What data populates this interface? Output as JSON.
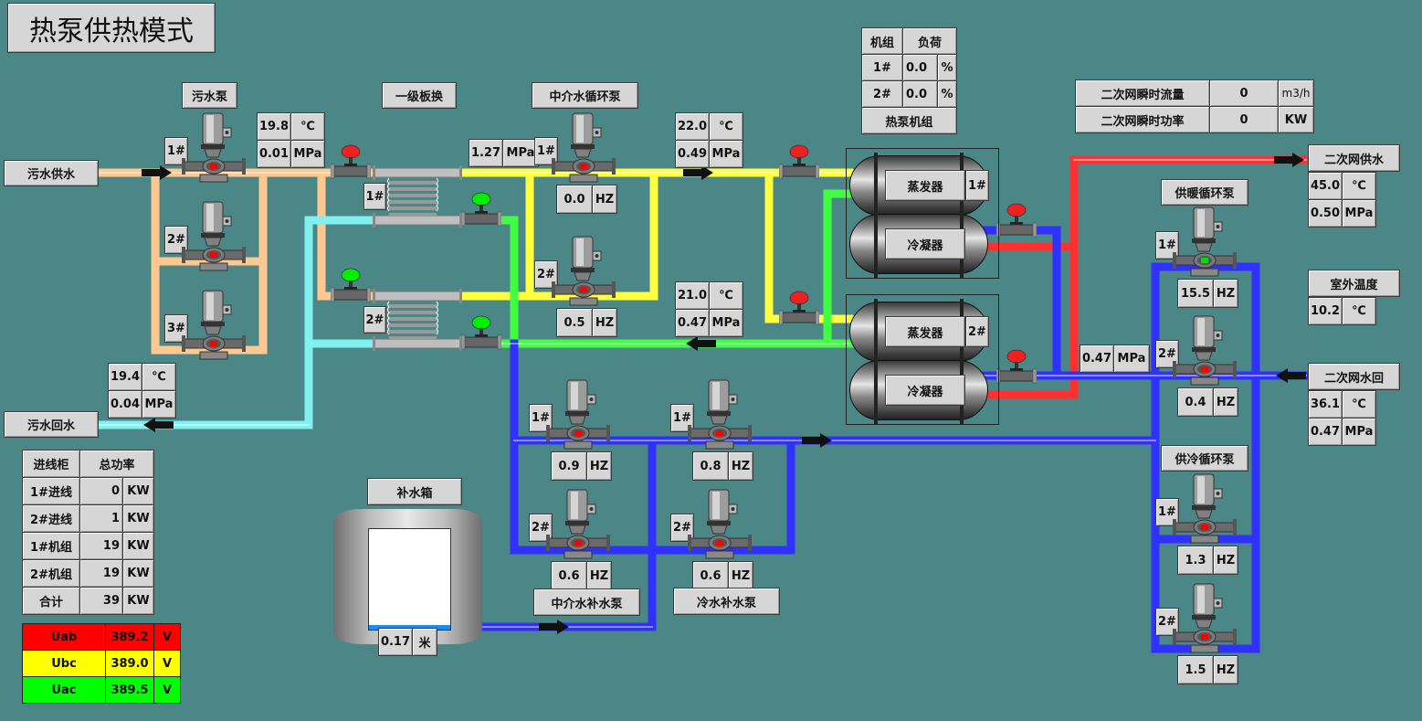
{
  "page_title": "热泵供热模式",
  "colors": {
    "background": "#4c8787",
    "sewage_pipe": "#ffc890",
    "sewage_return_pipe": "#80f0f0",
    "intermediate_supply_pipe": "#ffff40",
    "intermediate_return_pipe": "#40ff40",
    "secondary_supply_pipe": "#ff3030",
    "secondary_return_pipe": "#3030ff",
    "pump_running_indicator": "#00dd00",
    "pump_stopped_indicator": "#ff0000",
    "valve_open": "#00ee00",
    "valve_closed": "#ee2020"
  },
  "sewage": {
    "supply_label": "污水供水",
    "return_label": "污水回水",
    "pump_group_label": "污水泵",
    "pumps": [
      {
        "id": "1#",
        "status": "stopped"
      },
      {
        "id": "2#",
        "status": "stopped"
      },
      {
        "id": "3#",
        "status": "stopped"
      }
    ],
    "supply_temp": {
      "value": "19.8",
      "unit": "℃"
    },
    "supply_pressure": {
      "value": "0.01",
      "unit": "MPa"
    },
    "return_temp": {
      "value": "19.4",
      "unit": "℃"
    },
    "return_pressure": {
      "value": "0.04",
      "unit": "MPa"
    }
  },
  "plate_exchanger": {
    "label": "一级板换",
    "units": [
      "1#",
      "2#"
    ],
    "inlet_pressure": {
      "value": "1.27",
      "unit": "MPa"
    },
    "valves": [
      {
        "name": "sewage-in-1",
        "state": "closed"
      },
      {
        "name": "sewage-in-2",
        "state": "open"
      },
      {
        "name": "intermediate-out-1",
        "state": "open"
      },
      {
        "name": "intermediate-out-2",
        "state": "open"
      }
    ]
  },
  "intermediate_pump": {
    "label": "中介水循环泵",
    "pumps": [
      {
        "id": "1#",
        "freq": "0.0",
        "unit": "HZ",
        "status": "stopped"
      },
      {
        "id": "2#",
        "freq": "0.5",
        "unit": "HZ",
        "status": "stopped"
      }
    ],
    "supply_temp": {
      "value": "22.0",
      "unit": "℃"
    },
    "supply_pressure": {
      "value": "0.49",
      "unit": "MPa"
    },
    "return_temp": {
      "value": "21.0",
      "unit": "℃"
    },
    "return_pressure": {
      "value": "0.47",
      "unit": "MPa"
    }
  },
  "heat_pump_table": {
    "header": [
      "机组",
      "负荷"
    ],
    "rows": [
      {
        "unit": "1#",
        "value": "0.0",
        "suffix": "%"
      },
      {
        "unit": "2#",
        "value": "0.0",
        "suffix": "%"
      }
    ],
    "footer": "热泵机组"
  },
  "heat_pump_units": [
    {
      "id": "1#",
      "evaporator": "蒸发器",
      "condenser": "冷凝器"
    },
    {
      "id": "2#",
      "evaporator": "蒸发器",
      "condenser": "冷凝器"
    }
  ],
  "secondary_net": {
    "flow_label": "二次网瞬时流量",
    "flow_value": "0",
    "flow_unit": "m3/h",
    "power_label": "二次网瞬时功率",
    "power_value": "0",
    "power_unit": "KW",
    "supply_label": "二次网供水",
    "supply_temp": {
      "value": "45.0",
      "unit": "℃"
    },
    "supply_pressure": {
      "value": "0.50",
      "unit": "MPa"
    },
    "return_label": "二次网水回",
    "return_temp": {
      "value": "36.1",
      "unit": "℃"
    },
    "return_pressure": {
      "value": "0.47",
      "unit": "MPa"
    },
    "mid_pressure": {
      "value": "0.47",
      "unit": "MPa"
    }
  },
  "outdoor": {
    "label": "室外温度",
    "value": "10.2",
    "unit": "℃"
  },
  "heating_pump": {
    "label": "供暖循环泵",
    "pumps": [
      {
        "id": "1#",
        "freq": "15.5",
        "unit": "HZ",
        "status": "running"
      },
      {
        "id": "2#",
        "freq": "0.4",
        "unit": "HZ",
        "status": "stopped"
      }
    ]
  },
  "cooling_pump": {
    "label": "供冷循环泵",
    "pumps": [
      {
        "id": "1#",
        "freq": "1.3",
        "unit": "HZ",
        "status": "stopped"
      },
      {
        "id": "2#",
        "freq": "1.5",
        "unit": "HZ",
        "status": "stopped"
      }
    ]
  },
  "intermediate_makeup": {
    "label": "中介水补水泵",
    "pumps": [
      {
        "id": "1#",
        "freq": "0.9",
        "unit": "HZ",
        "status": "stopped"
      },
      {
        "id": "2#",
        "freq": "0.6",
        "unit": "HZ",
        "status": "stopped"
      }
    ]
  },
  "cold_makeup": {
    "label": "冷水补水泵",
    "pumps": [
      {
        "id": "1#",
        "freq": "0.8",
        "unit": "HZ",
        "status": "stopped"
      },
      {
        "id": "2#",
        "freq": "0.6",
        "unit": "HZ",
        "status": "stopped"
      }
    ]
  },
  "makeup_tank": {
    "label": "补水箱",
    "level": "0.17",
    "unit": "米",
    "fill_fraction": 0.05
  },
  "power_table": {
    "header": [
      "进线柜",
      "总功率"
    ],
    "rows": [
      {
        "name": "1#进线",
        "value": "0",
        "unit": "KW"
      },
      {
        "name": "2#进线",
        "value": "1",
        "unit": "KW"
      },
      {
        "name": "1#机组",
        "value": "19",
        "unit": "KW"
      },
      {
        "name": "2#机组",
        "value": "19",
        "unit": "KW"
      },
      {
        "name": "合计",
        "value": "39",
        "unit": "KW"
      }
    ]
  },
  "voltage_table": {
    "rows": [
      {
        "name": "Uab",
        "value": "389.2",
        "unit": "V",
        "color": "#ff0000"
      },
      {
        "name": "Ubc",
        "value": "389.0",
        "unit": "V",
        "color": "#ffff00"
      },
      {
        "name": "Uac",
        "value": "389.5",
        "unit": "V",
        "color": "#00ff00"
      }
    ]
  }
}
